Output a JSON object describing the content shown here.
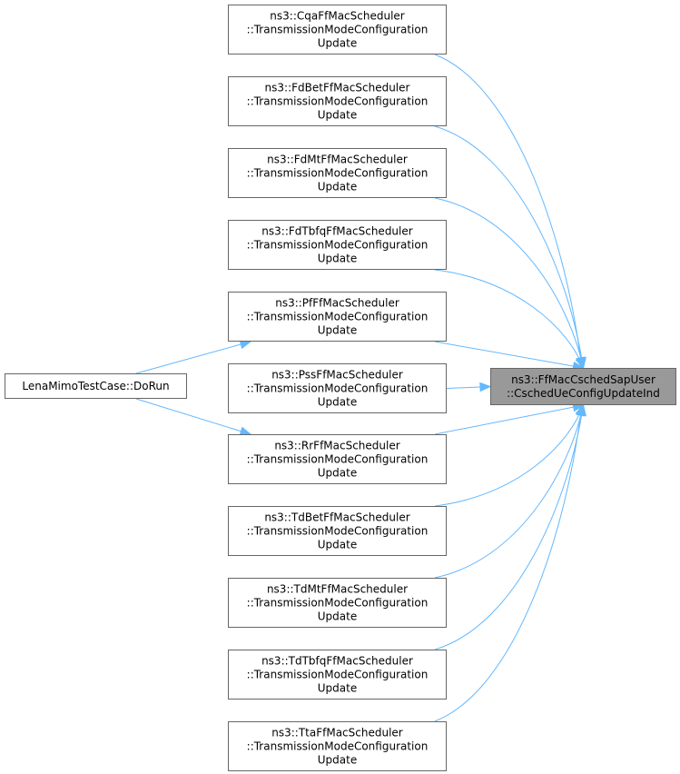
{
  "diagram": {
    "target": {
      "id": "target",
      "lines": [
        "ns3::FfMacCschedSapUser",
        "::CschedUeConfigUpdateInd"
      ]
    },
    "caller": {
      "id": "caller",
      "lines": [
        "LenaMimoTestCase::DoRun"
      ]
    },
    "schedulers": [
      {
        "id": "cqa",
        "lines": [
          "ns3::CqaFfMacScheduler",
          "::TransmissionModeConfiguration",
          "Update"
        ]
      },
      {
        "id": "fdbet",
        "lines": [
          "ns3::FdBetFfMacScheduler",
          "::TransmissionModeConfiguration",
          "Update"
        ]
      },
      {
        "id": "fdmt",
        "lines": [
          "ns3::FdMtFfMacScheduler",
          "::TransmissionModeConfiguration",
          "Update"
        ]
      },
      {
        "id": "fdtbfq",
        "lines": [
          "ns3::FdTbfqFfMacScheduler",
          "::TransmissionModeConfiguration",
          "Update"
        ]
      },
      {
        "id": "pf",
        "lines": [
          "ns3::PfFfMacScheduler",
          "::TransmissionModeConfiguration",
          "Update"
        ]
      },
      {
        "id": "pss",
        "lines": [
          "ns3::PssFfMacScheduler",
          "::TransmissionModeConfiguration",
          "Update"
        ]
      },
      {
        "id": "rr",
        "lines": [
          "ns3::RrFfMacScheduler",
          "::TransmissionModeConfiguration",
          "Update"
        ]
      },
      {
        "id": "tdbet",
        "lines": [
          "ns3::TdBetFfMacScheduler",
          "::TransmissionModeConfiguration",
          "Update"
        ]
      },
      {
        "id": "tdmt",
        "lines": [
          "ns3::TdMtFfMacScheduler",
          "::TransmissionModeConfiguration",
          "Update"
        ]
      },
      {
        "id": "tdtbfq",
        "lines": [
          "ns3::TdTbfqFfMacScheduler",
          "::TransmissionModeConfiguration",
          "Update"
        ]
      },
      {
        "id": "tta",
        "lines": [
          "ns3::TtaFfMacScheduler",
          "::TransmissionModeConfiguration",
          "Update"
        ]
      }
    ],
    "edges": [
      {
        "from": "cqa",
        "to": "target"
      },
      {
        "from": "fdbet",
        "to": "target"
      },
      {
        "from": "fdmt",
        "to": "target"
      },
      {
        "from": "fdtbfq",
        "to": "target"
      },
      {
        "from": "pf",
        "to": "target"
      },
      {
        "from": "pss",
        "to": "target"
      },
      {
        "from": "rr",
        "to": "target"
      },
      {
        "from": "tdbet",
        "to": "target"
      },
      {
        "from": "tdmt",
        "to": "target"
      },
      {
        "from": "tdtbfq",
        "to": "target"
      },
      {
        "from": "tta",
        "to": "target"
      },
      {
        "from": "caller",
        "to": "pf"
      },
      {
        "from": "caller",
        "to": "rr"
      }
    ],
    "colors": {
      "edge": "#63b8ff",
      "node_border": "#666666",
      "target_fill": "#999999",
      "node_fill": "#ffffff"
    }
  }
}
